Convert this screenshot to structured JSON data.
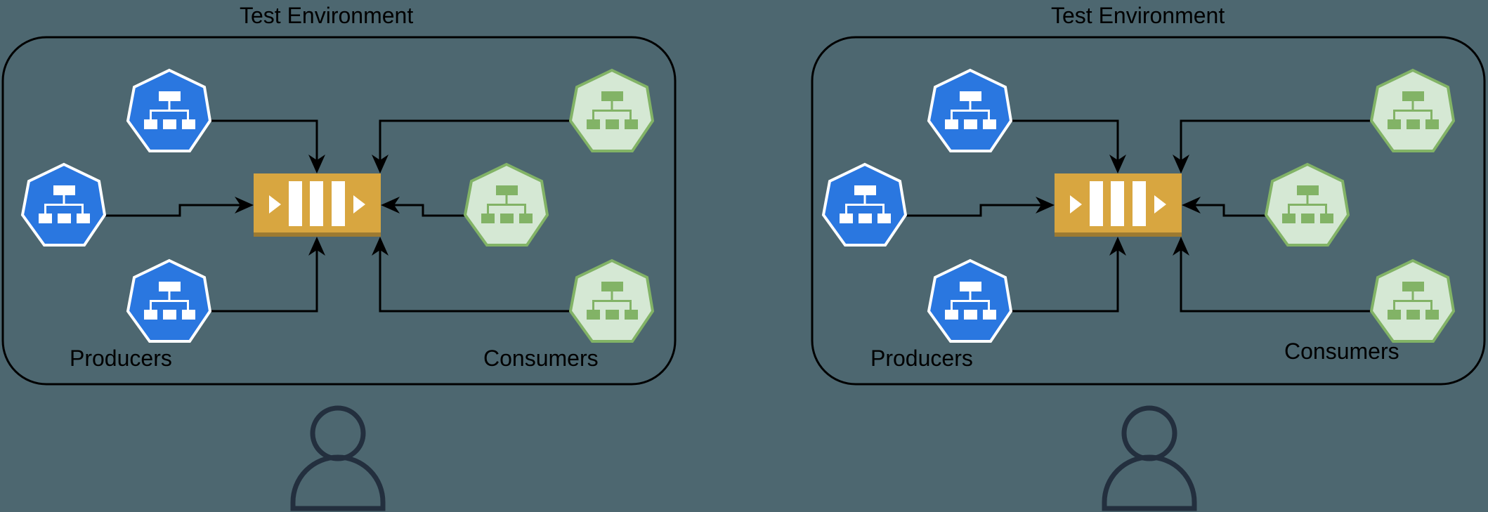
{
  "colors": {
    "background": "#4d6770",
    "producer_fill": "#2a77e0",
    "producer_stroke": "#ffffff",
    "consumer_fill": "#d5e8d4",
    "consumer_stroke": "#82b366",
    "queue_fill": "#d8a640",
    "queue_base": "#9c7a32",
    "edge": "#000000",
    "person": "#232f3e"
  },
  "panels": [
    {
      "title": "Test Environment",
      "producers_label": "Producers",
      "consumers_label": "Consumers",
      "producers": [
        {
          "name": "producer-top",
          "icon": "deployment-icon"
        },
        {
          "name": "producer-middle",
          "icon": "deployment-icon"
        },
        {
          "name": "producer-bottom",
          "icon": "deployment-icon"
        }
      ],
      "consumers": [
        {
          "name": "consumer-top",
          "icon": "deployment-icon"
        },
        {
          "name": "consumer-middle",
          "icon": "deployment-icon"
        },
        {
          "name": "consumer-bottom",
          "icon": "deployment-icon"
        }
      ],
      "queue": {
        "icon": "message-queue-icon"
      },
      "user": {
        "icon": "user-icon"
      }
    },
    {
      "title": "Test Environment",
      "producers_label": "Producers",
      "consumers_label": "Consumers",
      "producers": [
        {
          "name": "producer-top",
          "icon": "deployment-icon"
        },
        {
          "name": "producer-middle",
          "icon": "deployment-icon"
        },
        {
          "name": "producer-bottom",
          "icon": "deployment-icon"
        }
      ],
      "consumers": [
        {
          "name": "consumer-top",
          "icon": "deployment-icon"
        },
        {
          "name": "consumer-middle",
          "icon": "deployment-icon"
        },
        {
          "name": "consumer-bottom",
          "icon": "deployment-icon"
        }
      ],
      "queue": {
        "icon": "message-queue-icon"
      },
      "user": {
        "icon": "user-icon"
      }
    }
  ]
}
